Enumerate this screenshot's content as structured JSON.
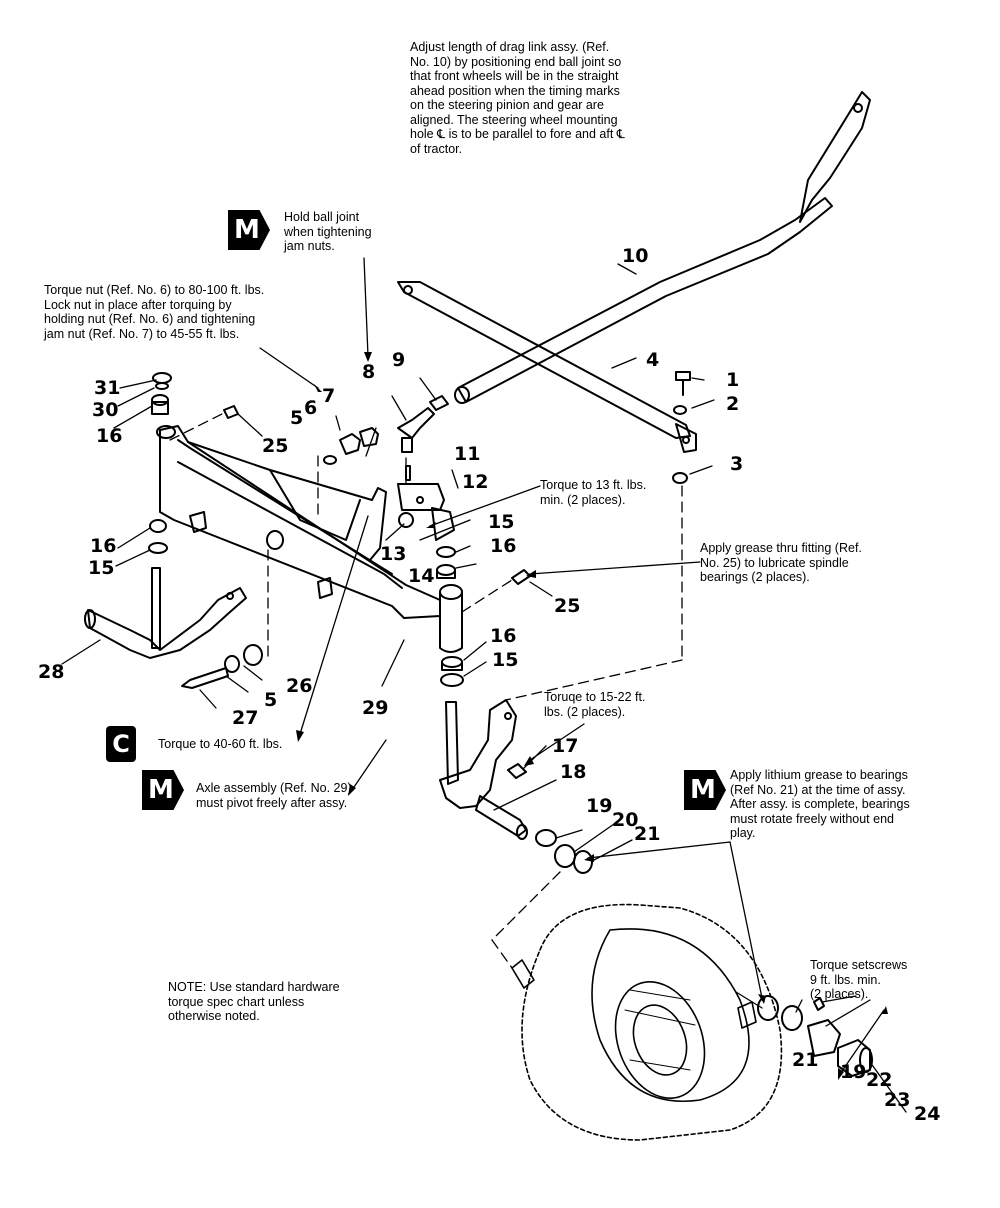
{
  "notes": {
    "drag_link": "Adjust length of drag link assy. (Ref.\nNo. 10) by positioning end ball joint so\nthat front wheels will be in the straight\nahead position when the timing marks\non the steering pinion and gear are\naligned. The steering wheel mounting\nhole ℄ is to be parallel to fore and aft ℄\nof tractor.",
    "ball_joint": "Hold ball joint\nwhen tightening\njam nuts.",
    "torque_nut": "Torque nut (Ref. No. 6) to 80-100 ft. lbs.\nLock nut in place after torquing by\nholding nut (Ref. No. 6) and tightening\njam nut (Ref. No. 7) to 45-55 ft. lbs.",
    "torque_13": "Torque to 13 ft. lbs.\nmin. (2 places).",
    "grease": "Apply grease thru fitting (Ref.\nNo. 25) to lubricate spindle\nbearings (2 places).",
    "torque_15_22": "Toruqe to 15-22 ft.\nlbs. (2 places).",
    "torque_40_60": "Torque to 40-60 ft. lbs.",
    "axle_pivot": "Axle assembly (Ref. No. 29)\nmust pivot freely after assy.",
    "lithium": "Apply lithium grease to bearings\n(Ref No. 21) at the time of assy.\nAfter assy. is complete, bearings\nmust rotate freely without end\nplay.",
    "setscrews": "Torque setscrews\n9 ft. lbs. min.\n(2 places).",
    "standard": "NOTE: Use standard hardware\ntorque spec chart unless\notherwise noted."
  },
  "badges": {
    "m1": "M",
    "c": "C",
    "m2": "M",
    "m3": "M"
  },
  "callouts": {
    "n1": "1",
    "n2": "2",
    "n3": "3",
    "n4": "4",
    "n5a": "5",
    "n5b": "5",
    "n6": "6",
    "n7": "7",
    "n8": "8",
    "n9": "9",
    "n10": "10",
    "n11": "11",
    "n12": "12",
    "n13": "13",
    "n14": "14",
    "n15a": "15",
    "n15b": "15",
    "n15c": "15",
    "n16a": "16",
    "n16b": "16",
    "n16c": "16",
    "n16d": "16",
    "n17": "17",
    "n18": "18",
    "n19a": "19",
    "n19b": "19",
    "n20": "20",
    "n21a": "21",
    "n21b": "21",
    "n22": "22",
    "n23": "23",
    "n24": "24",
    "n25a": "25",
    "n25b": "25",
    "n26": "26",
    "n27": "27",
    "n28": "28",
    "n29": "29",
    "n30": "30",
    "n31": "31"
  }
}
